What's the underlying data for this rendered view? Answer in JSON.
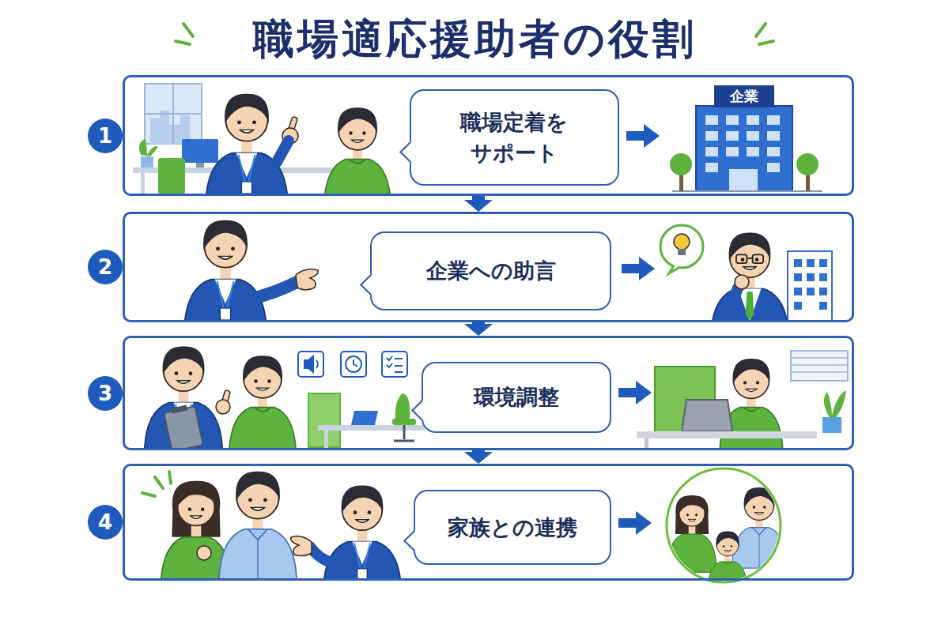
{
  "diagram": {
    "title": "職場適応援助者の役割",
    "nodes": [
      {
        "text": [
          "1"
        ]
      },
      {
        "text": [
          "職場定着を サポート"
        ],
        "in": 0
      },
      {
        "text": [
          "2"
        ]
      },
      {
        "text": [
          "企業への助言"
        ],
        "in": 2
      },
      {
        "text": [
          "3"
        ]
      },
      {
        "text": [
          "環境調整"
        ],
        "in": 4
      },
      {
        "text": [
          "4"
        ]
      },
      {
        "text": [
          "家族との連携"
        ],
        "in": 6
      }
    ],
    "edges": [
      {
        "from": 0,
        "to": 2,
        "arrow": "to"
      },
      {
        "from": 2,
        "to": 4,
        "arrow": "to"
      },
      {
        "from": 4,
        "to": 6,
        "arrow": "to"
      }
    ],
    "labels": [
      "企業"
    ]
  }
}
